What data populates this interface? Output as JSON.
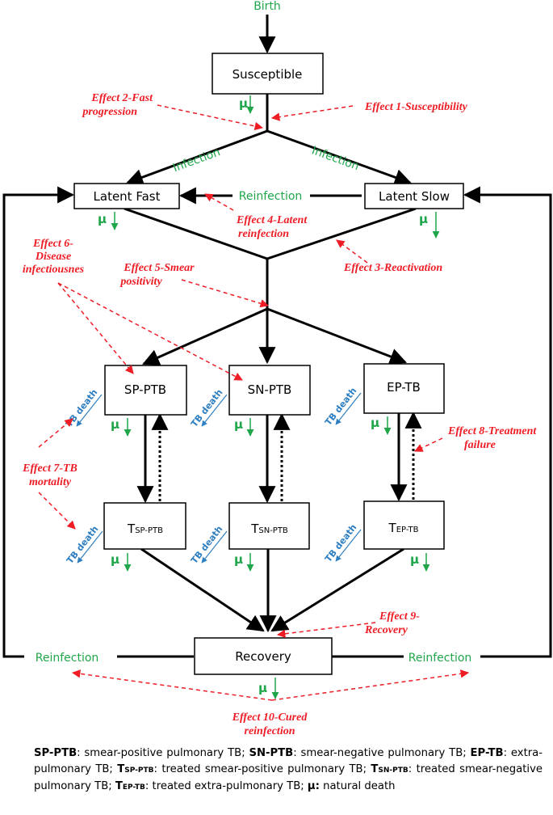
{
  "top_label": "Birth",
  "boxes": {
    "susceptible": "Susceptible",
    "latent_fast": "Latent Fast",
    "latent_slow": "Latent Slow",
    "sp_ptb": "SP-PTB",
    "sn_ptb": "SN-PTB",
    "ep_tb": "EP-TB",
    "t_sp_main": "T",
    "t_sp_sub": "SP-PTB",
    "t_sn_main": "T",
    "t_sn_sub": "SN-PTB",
    "t_ep_main": "T",
    "t_ep_sub": "EP-TB",
    "recovery": "Recovery"
  },
  "flow_labels": {
    "infection_left": "Infection",
    "infection_right": "Infection",
    "reinfection_latent": "Reinfection",
    "reinfection_left": "Reinfection",
    "reinfection_right": "Reinfection",
    "mu": "μ",
    "tb_death": "TB death"
  },
  "effects": {
    "e1": "Effect 1-Susceptibility",
    "e2_line1": "Effect 2-Fast",
    "e2_line2": "progression",
    "e3": "Effect 3-Reactivation",
    "e4_line1": "Effect 4-Latent",
    "e4_line2": "reinfection",
    "e5_line1": "Effect 5-Smear",
    "e5_line2": "positivity",
    "e6_line1": "Effect 6-",
    "e6_line2": "Disease",
    "e6_line3": "infectiousnes",
    "e7_line1": "Effect 7-TB",
    "e7_line2": "mortality",
    "e8_line1": "Effect 8-Treatment",
    "e8_line2": "failure",
    "e9_line1": "Effect 9-",
    "e9_line2": "Recovery",
    "e10_line1": "Effect 10-Cured",
    "e10_line2": "reinfection"
  },
  "legend": {
    "sp_abbr": "SP-PTB",
    "sp_def": ": smear-positive pulmonary TB; ",
    "sn_abbr": "SN-PTB",
    "sn_def": ": smear-negative pulmonary TB; ",
    "ep_abbr": "EP-TB",
    "ep_def": ": extra-pulmonary TB; ",
    "tsp_main": "T",
    "tsp_sub": "SP-PTB",
    "tsp_def": ": treated smear-positive pulmonary TB; ",
    "tsn_main": "T",
    "tsn_sub": "SN-PTB",
    "tsn_def": ": treated smear-negative pulmonary TB; ",
    "tep_main": "T",
    "tep_sub": "EP-TB",
    "tep_def": ": treated extra-pulmonary TB; ",
    "mu_abbr": "μ:",
    "mu_def": " natural death"
  },
  "colors": {
    "flow": "#000000",
    "infection": "#1fa64a",
    "effect": "#ee1c25",
    "tb_death": "#2e7fc2"
  }
}
